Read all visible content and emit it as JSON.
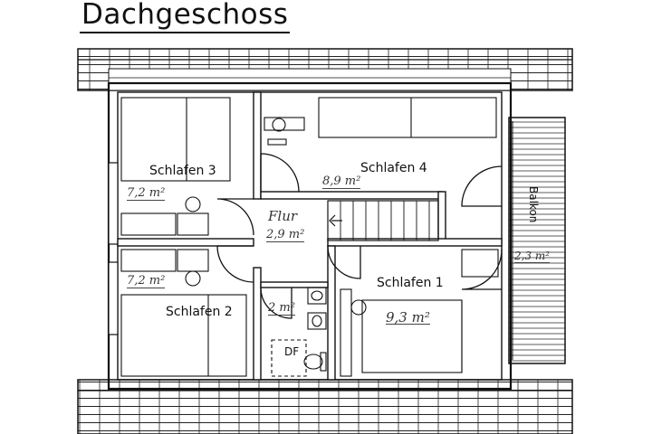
{
  "title": "Dachgeschoss",
  "rooms": [
    {
      "id": "schlafen-3",
      "name": "Schlafen 3",
      "area": "7,2 m²"
    },
    {
      "id": "schlafen-4",
      "name": "Schlafen 4",
      "area": "8,9 m²"
    },
    {
      "id": "flur",
      "name": "Flur",
      "area": "2,9 m²"
    },
    {
      "id": "schlafen-2",
      "name": "Schlafen 2",
      "area": "7,2 m²"
    },
    {
      "id": "schlafen-1",
      "name": "Schlafen 1",
      "area": "9,3 m²"
    },
    {
      "id": "bad",
      "name": "",
      "area": "2 m²"
    },
    {
      "id": "balkon",
      "name": "Balkon",
      "area": "2,3 m²"
    }
  ],
  "labels": {
    "df": "DF"
  },
  "colors": {
    "line": "#111111",
    "paper": "#ffffff"
  }
}
